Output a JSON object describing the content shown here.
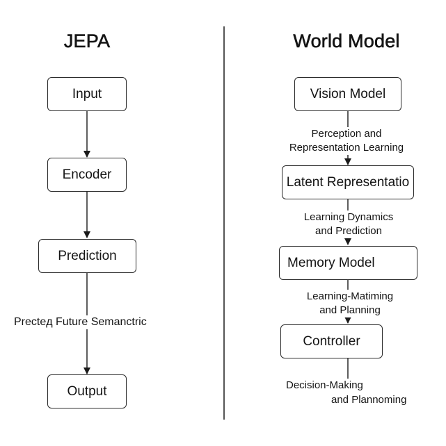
{
  "jepa": {
    "title": "JEPA",
    "nodes": {
      "input": "Input",
      "encoder": "Encoder",
      "prediction": "Prediction",
      "output": "Output"
    },
    "edge_label": "Precteд Future Semanctric"
  },
  "world_model": {
    "title": "World Model",
    "nodes": {
      "vision": "Vision Model",
      "latent": "Latent Representatio",
      "memory": "Memory Model",
      "controller": "Controller"
    },
    "edge_labels": {
      "perception_line1": "Perception and",
      "perception_line2": "Representation Learning",
      "dynamics_line1": "Learning Dynamics",
      "dynamics_line2": "and Prediction",
      "planning_line1": "Learning-Matiming",
      "planning_line2": "and Planning",
      "decision_line1": "Decision-Making",
      "decision_line2": "and Plannoming"
    }
  },
  "colors": {
    "stroke": "#2a2a2a",
    "text": "#141414",
    "background": "#ffffff"
  }
}
